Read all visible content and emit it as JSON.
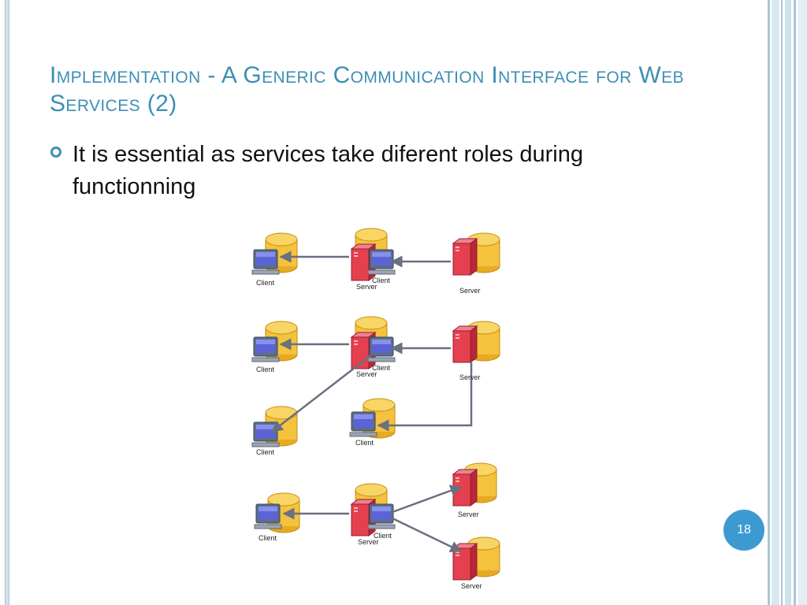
{
  "slide": {
    "title": "Implementation - A Generic Communication Interface for Web Services (2)",
    "bullet": "It is essential as services take diferent roles during functionning",
    "page_number": "18"
  },
  "diagram": {
    "labels": {
      "client": "Client",
      "server": "Server"
    }
  },
  "colors": {
    "title": "#3d8fb4",
    "accent": "#3d9ad1",
    "database": "#f5c23a",
    "server": "#e0404f",
    "screen": "#5560d8",
    "line": "#6a7080"
  }
}
